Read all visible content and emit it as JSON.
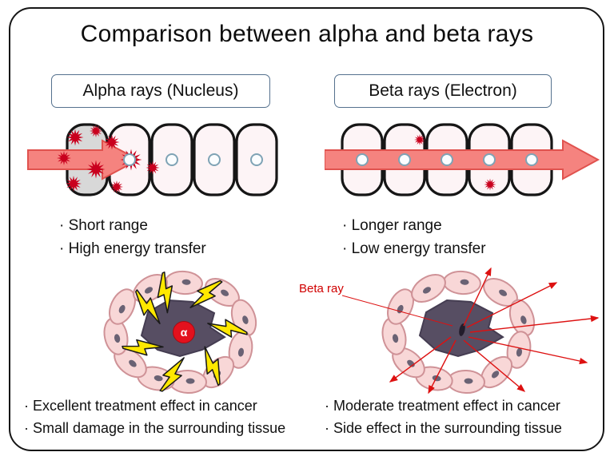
{
  "title": "Comparison between alpha and beta rays",
  "alpha": {
    "header": "Alpha rays (Nucleus)",
    "bullets_top": [
      "· Short range",
      "· High energy transfer"
    ],
    "symbol": "α",
    "bullets_bottom": [
      "· Excellent treatment effect in cancer",
      "· Small damage in the surrounding tissue"
    ]
  },
  "beta": {
    "header": "Beta rays (Electron)",
    "bullets_top": [
      "· Longer range",
      "· Low energy transfer"
    ],
    "ray_label": "Beta ray",
    "bullets_bottom": [
      "· Moderate treatment effect in cancer",
      "· Side effect in the surrounding tissue"
    ]
  },
  "colors": {
    "ray_arrow_fill": "#f5837f",
    "ray_arrow_stroke": "#e0524e",
    "burst": "#c9001e",
    "cell_fill": "#fdf4f6",
    "first_cell_fill": "#d8d8d8",
    "tissue_cell_fill": "#f8d7d7",
    "tumor_fill": "#574e63",
    "bolt_fill": "#ffe800",
    "alpha_core_fill": "#e3111d",
    "beta_ray_red": "#dd1111"
  }
}
